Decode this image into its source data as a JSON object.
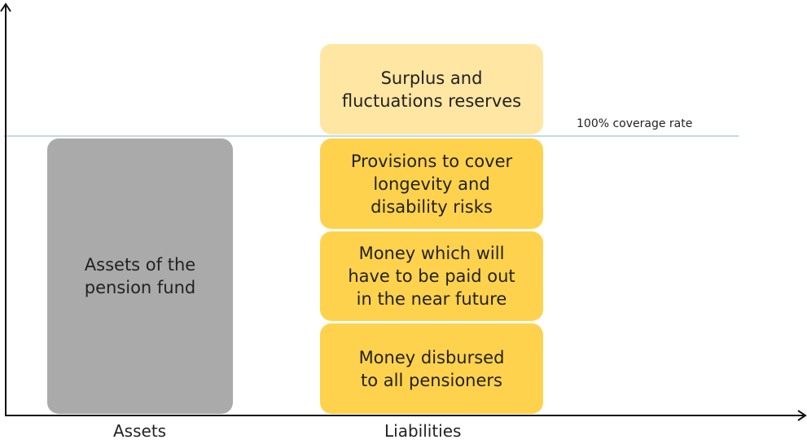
{
  "colors": {
    "axis": "#111111",
    "coverage_line": "#a9cfe0",
    "assets_block": "#aaaaaa",
    "surplus_block": "#ffe6a3",
    "liability_blocks": "#ffd24d"
  },
  "blocks": {
    "assets": "Assets of the\npension fund",
    "surplus": "Surplus and\nfluctuations reserves",
    "provisions": "Provisions to cover\nlongevity and\ndisability risks",
    "payout": "Money which will\nhave to be paid out\nin the near future",
    "disbursed": "Money disbursed\nto all pensioners"
  },
  "coverage_label": "100% coverage rate",
  "axis_labels": {
    "assets": "Assets",
    "liabilities": "Liabilities"
  }
}
